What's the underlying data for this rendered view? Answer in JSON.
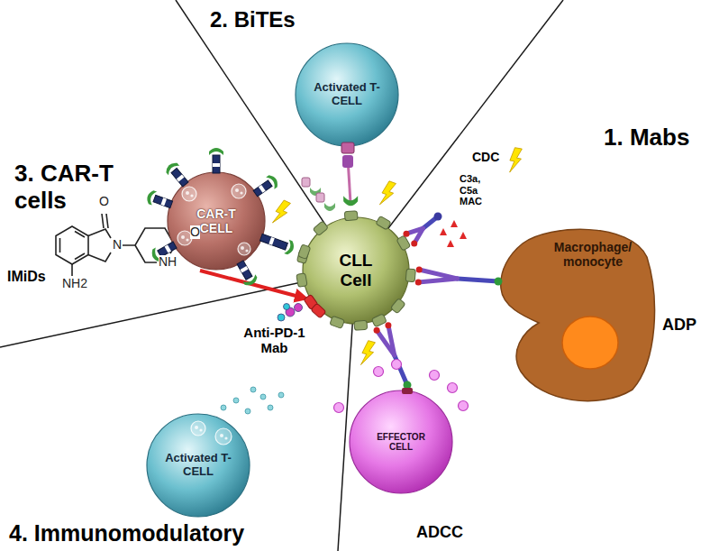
{
  "diagram": {
    "nodes": [
      {
        "text": [
          "Activated T-CELL"
        ]
      },
      {
        "text": [
          "CAR-T CELL"
        ]
      },
      {
        "text": [
          "CLL Cell"
        ]
      },
      {
        "text": [
          "Macrophage/ monocyte"
        ]
      },
      {
        "text": [
          "Activated T-CELL"
        ]
      },
      {
        "text": [
          "EFFECTOR CELL"
        ]
      }
    ],
    "labels": [
      "2. BiTEs",
      "1. Mabs",
      "CDC",
      "C3a, C5a MAC",
      "3. CAR-T cells",
      "ADP",
      "O",
      "N",
      "O",
      "NH",
      "IMiDs",
      "NH2",
      "Anti-PD-1 Mab",
      "ADCC",
      "4. Immunomodulatory"
    ]
  }
}
